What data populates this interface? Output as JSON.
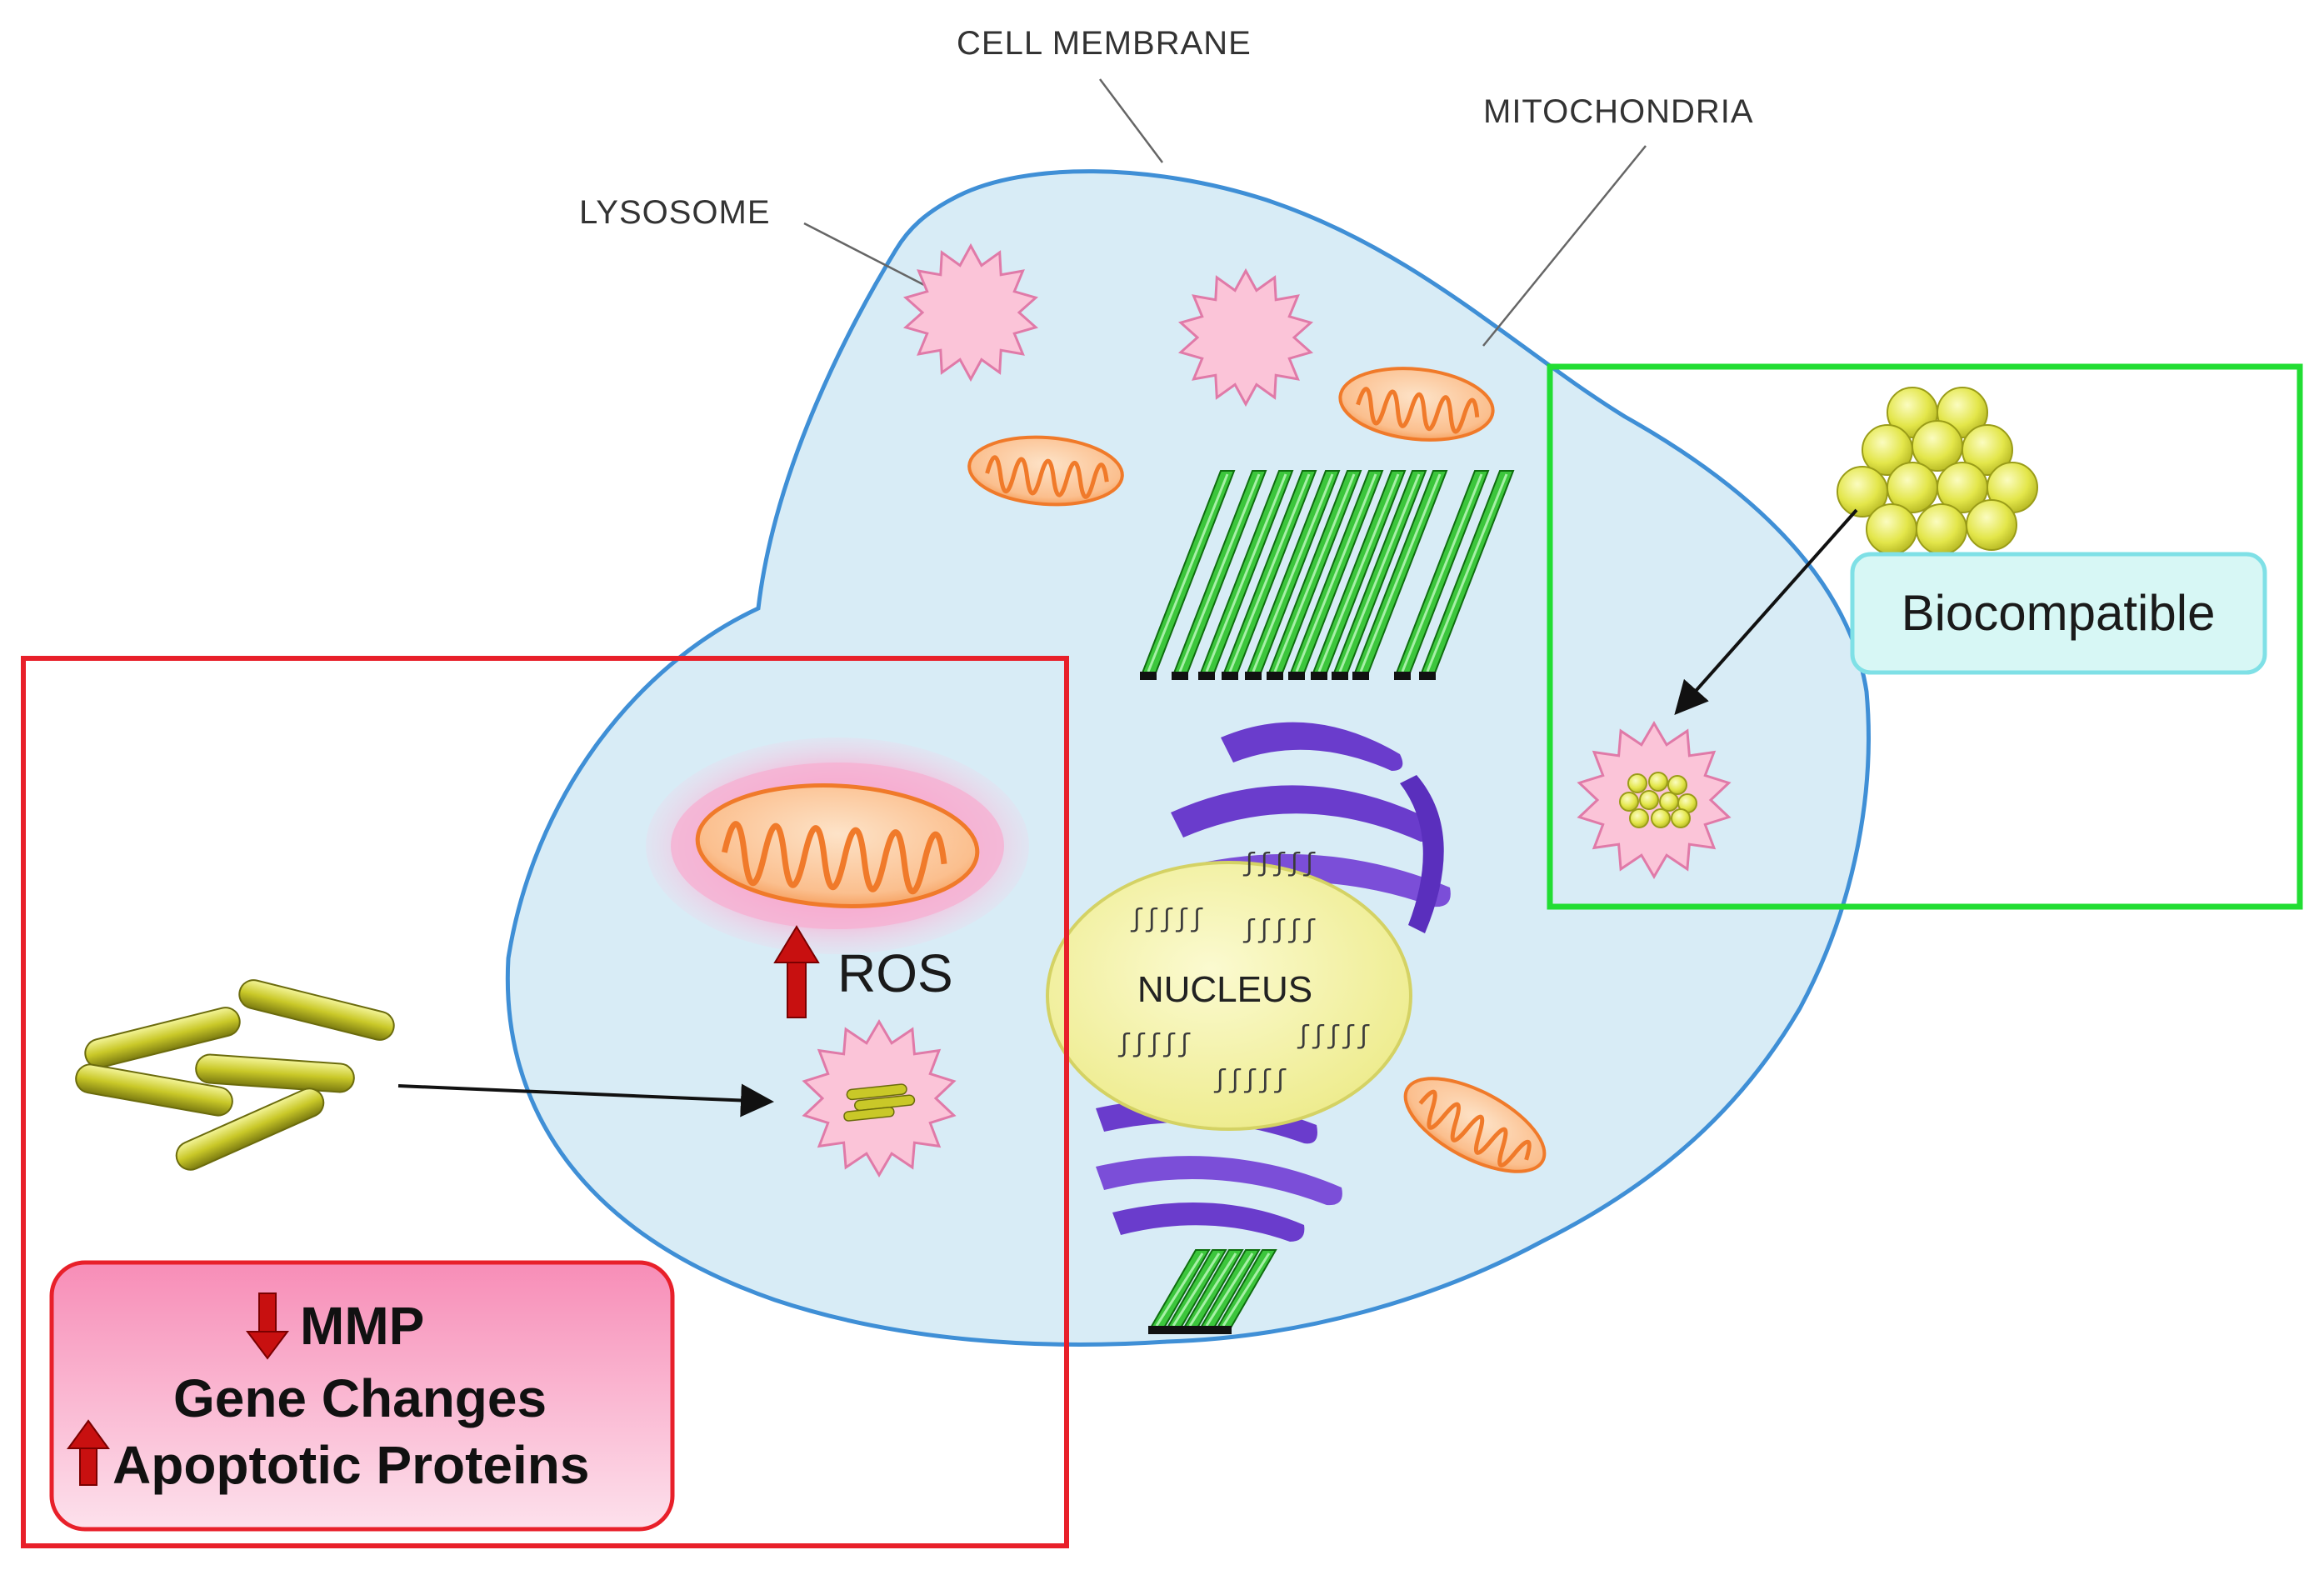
{
  "labels": {
    "cell_membrane": "CELL MEMBRANE",
    "mitochondria": "MITOCHONDRIA",
    "lysosome": "LYSOSOME",
    "nucleus": "NUCLEUS",
    "ros": "ROS",
    "biocompatible": "Biocompatible"
  },
  "effects": {
    "mmp": "MMP",
    "gene_changes": "Gene Changes",
    "apoptotic_proteins": "Apoptotic Proteins"
  },
  "dna_glyph": "ʃʃʃʃʃ",
  "colors": {
    "cell_fill": "#d8ecf6",
    "cell_stroke": "#3f8fd6",
    "toxic_box": "#e8202a",
    "biocompatible_box": "#22dd33",
    "biocompatible_label_bg": "#d7f7f5",
    "effects_bg": "#f9a8c8",
    "lysosome": "#fbc4d8",
    "mitochondria": "#f7a060",
    "nanorod": "#b9bb22",
    "nanosphere": "#e7ec5a",
    "microtubule": "#2eb82e",
    "golgi": "#6a3ccc",
    "nucleus": "#f1f09a",
    "up_down_arrow": "#cc1111"
  }
}
